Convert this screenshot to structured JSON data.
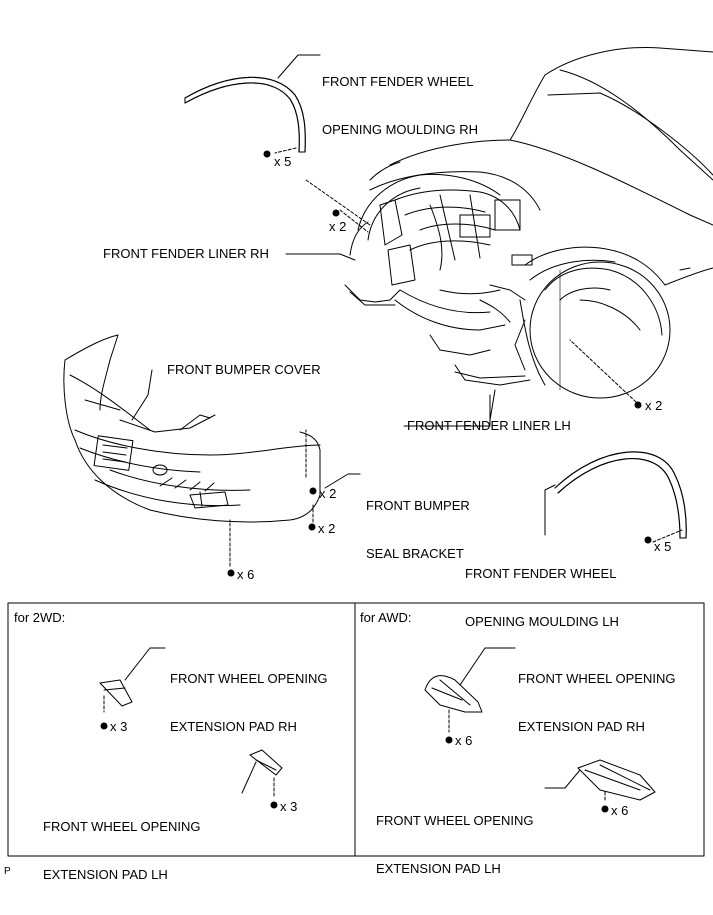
{
  "labels": {
    "moulding_rh": [
      "FRONT FENDER WHEEL",
      "OPENING MOULDING RH"
    ],
    "liner_rh": "FRONT FENDER LINER RH",
    "bumper_cover": "FRONT BUMPER COVER",
    "liner_lh": "FRONT FENDER LINER LH",
    "seal_bracket": [
      "FRONT BUMPER",
      "SEAL BRACKET"
    ],
    "moulding_lh": [
      "FRONT FENDER WHEEL",
      "OPENING MOULDING LH"
    ]
  },
  "quantities": {
    "moulding_rh_clips": "x 5",
    "liner_rh_screws": "x 2",
    "liner_lh_screws": "x 2",
    "seal_clips": "x 2",
    "seal_screws": "x 2",
    "bumper_screws": "x 6",
    "moulding_lh_clips": "x 5"
  },
  "panels": {
    "twd": {
      "title": "for 2WD:",
      "pad_rh": [
        "FRONT WHEEL OPENING",
        "EXTENSION PAD RH"
      ],
      "pad_rh_qty": "x 3",
      "pad_lh": [
        "FRONT WHEEL OPENING",
        "EXTENSION PAD LH"
      ],
      "pad_lh_qty": "x 3"
    },
    "awd": {
      "title": "for AWD:",
      "pad_rh": [
        "FRONT WHEEL OPENING",
        "EXTENSION PAD RH"
      ],
      "pad_rh_qty": "x 6",
      "pad_lh": [
        "FRONT WHEEL OPENING",
        "EXTENSION PAD LH"
      ],
      "pad_lh_qty": "x 6"
    }
  },
  "footer_code": "P",
  "colors": {
    "line": "#000000",
    "background": "#ffffff"
  }
}
